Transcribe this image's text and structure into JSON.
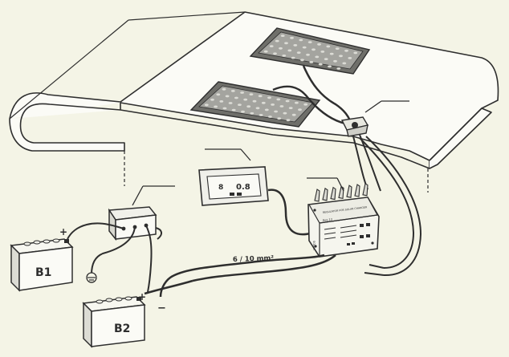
{
  "labels": {
    "battery_1": "B1",
    "battery_2": "B2",
    "cable_spec": "6 / 10 mm²",
    "plus_1": "+",
    "plus_2": "+",
    "minus_2": "−"
  },
  "display_panel": {
    "left_value": "8",
    "right_value": "0.8"
  },
  "controller": {
    "title": "REGULATOR FOR SOLAR CHARGER",
    "model": "Reg 13",
    "caption": "SOLAR"
  },
  "colors": {
    "background": "#f4f4e6",
    "line": "#2e2e2e",
    "roof": "#fbfbf6",
    "panel": "#9a9a95",
    "cell": "#d9d9d3"
  }
}
